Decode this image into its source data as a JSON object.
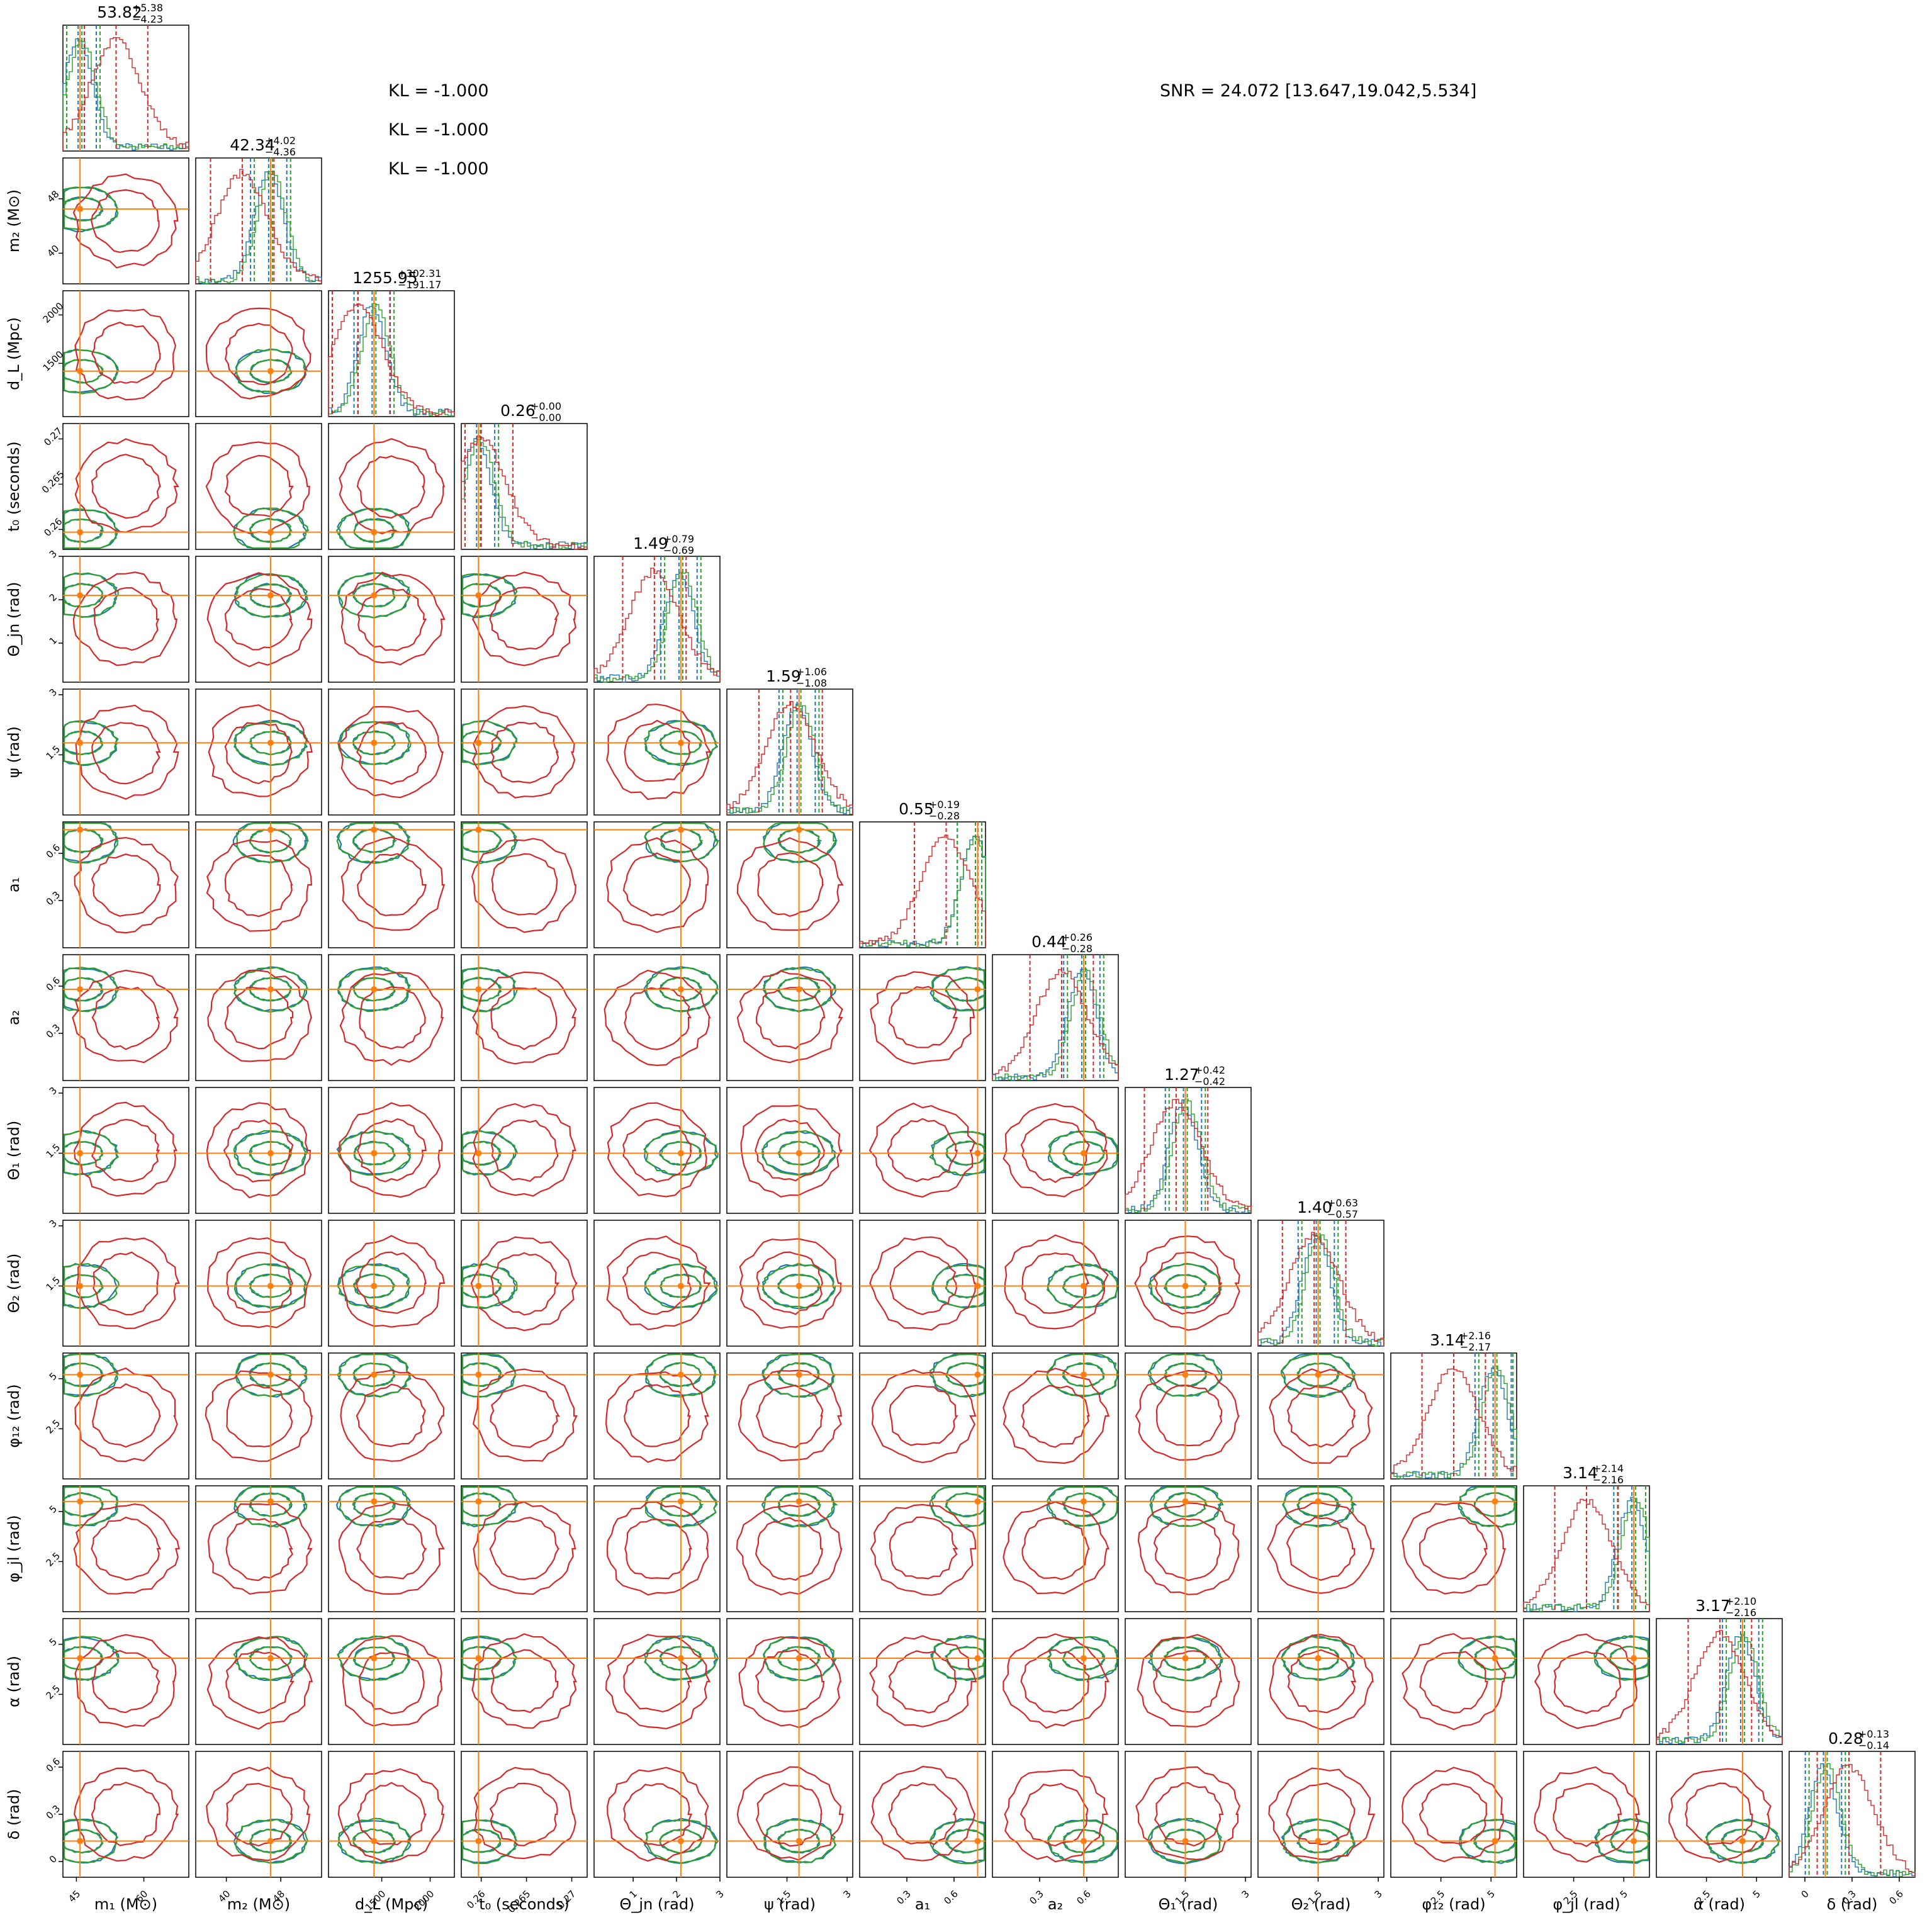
{
  "chart_data": {
    "type": "corner",
    "parameters": [
      {
        "label": "m_1 (M_⊙)",
        "axis_title": "m₁ (M⊙)",
        "row_title": "",
        "ticks": [
          45,
          60
        ],
        "range": [
          42,
          70
        ],
        "median": 53.82,
        "title": "53.82",
        "plus": "+5.38",
        "minus": "−4.23",
        "injection": 45.8
      },
      {
        "label": "m_2 (M_⊙)",
        "axis_title": "m₂ (M⊙)",
        "row_title": "m₂ (M⊙)",
        "ticks": [
          40,
          48
        ],
        "range": [
          35.5,
          54
        ],
        "median": 42.34,
        "title": "42.34",
        "plus": "+4.02",
        "minus": "−4.36",
        "injection": 46.5
      },
      {
        "label": "d_L (Mpc)",
        "axis_title": "d_L (Mpc)",
        "row_title": "d_L (Mpc)",
        "ticks": [
          1500,
          2000
        ],
        "range": [
          950,
          2250
        ],
        "median": 1255.95,
        "title": "1255.95",
        "plus": "+302.31",
        "minus": "−191.17",
        "injection": 1420
      },
      {
        "label": "t_0 (seconds)",
        "axis_title": "t₀ (seconds)",
        "row_title": "t₀ (seconds)",
        "ticks": [
          0.26,
          0.265,
          0.27
        ],
        "tick_labels": [
          "0.260",
          "0.265",
          "0.270"
        ],
        "range": [
          0.2578,
          0.2717
        ],
        "median": 0.26,
        "title": "0.26",
        "plus": "+0.00",
        "minus": "−0.00",
        "injection": 0.2597
      },
      {
        "label": "Θ_jn (rad)",
        "axis_title": "Θ_jn (rad)",
        "row_title": "Θ_jn (rad)",
        "ticks": [
          1,
          2,
          3
        ],
        "range": [
          0.1,
          3.0
        ],
        "median": 1.49,
        "title": "1.49",
        "plus": "+0.79",
        "minus": "−0.69",
        "injection": 2.1
      },
      {
        "label": "ψ (rad)",
        "axis_title": "ψ (rad)",
        "row_title": "ψ (rad)",
        "ticks": [
          1.5,
          3.0
        ],
        "range": [
          0.0,
          3.14
        ],
        "median": 1.59,
        "title": "1.59",
        "plus": "+1.06",
        "minus": "−1.08",
        "injection": 1.8
      },
      {
        "label": "a_1",
        "axis_title": "a₁",
        "row_title": "a₁",
        "ticks": [
          0.3,
          0.6
        ],
        "range": [
          0.0,
          0.8
        ],
        "median": 0.55,
        "title": "0.55",
        "plus": "+0.19",
        "minus": "−0.28",
        "injection": 0.75
      },
      {
        "label": "a_2",
        "axis_title": "a₂",
        "row_title": "a₂",
        "ticks": [
          0.3,
          0.6
        ],
        "range": [
          0.0,
          0.8
        ],
        "median": 0.44,
        "title": "0.44",
        "plus": "+0.26",
        "minus": "−0.28",
        "injection": 0.58
      },
      {
        "label": "Θ_1 (rad)",
        "axis_title": "Θ₁ (rad)",
        "row_title": "Θ₁ (rad)",
        "ticks": [
          1.5,
          3.0
        ],
        "range": [
          0.0,
          3.14
        ],
        "median": 1.27,
        "title": "1.27",
        "plus": "+0.42",
        "minus": "−0.42",
        "injection": 1.5
      },
      {
        "label": "Θ_2 (rad)",
        "axis_title": "Θ₂ (rad)",
        "row_title": "Θ₂ (rad)",
        "ticks": [
          1.5,
          3.0
        ],
        "range": [
          0.0,
          3.14
        ],
        "median": 1.4,
        "title": "1.40",
        "plus": "+0.63",
        "minus": "−0.57",
        "injection": 1.5
      },
      {
        "label": "φ_12 (rad)",
        "axis_title": "φ₁₂ (rad)",
        "row_title": "φ₁₂ (rad)",
        "ticks": [
          2.5,
          5.0
        ],
        "range": [
          0.0,
          6.28
        ],
        "median": 3.14,
        "title": "3.14",
        "plus": "+2.16",
        "minus": "−2.17",
        "injection": 5.2
      },
      {
        "label": "φ_jl (rad)",
        "axis_title": "φ_jl (rad)",
        "row_title": "φ_jl (rad)",
        "ticks": [
          2.5,
          5.0
        ],
        "range": [
          0.0,
          6.28
        ],
        "median": 3.14,
        "title": "3.14",
        "plus": "+2.14",
        "minus": "−2.16",
        "injection": 5.5
      },
      {
        "label": "α (rad)",
        "axis_title": "α (rad)",
        "row_title": "α (rad)",
        "ticks": [
          2.5,
          5.0
        ],
        "range": [
          0.0,
          6.28
        ],
        "median": 3.17,
        "title": "3.17",
        "plus": "+2.10",
        "minus": "−2.16",
        "injection": 4.3
      },
      {
        "label": "δ (rad)",
        "axis_title": "δ (rad)",
        "row_title": "δ (rad)",
        "ticks": [
          0.0,
          0.3,
          0.6
        ],
        "range": [
          -0.1,
          0.7
        ],
        "median": 0.28,
        "title": "0.28",
        "plus": "+0.13",
        "minus": "−0.14",
        "injection": 0.13
      }
    ],
    "series": [
      {
        "color": "#1f77b4"
      },
      {
        "color": "#2ca02c"
      },
      {
        "color": "#d62728"
      }
    ],
    "truth_color": "#ff7f0e",
    "annotations": {
      "kl": [
        "KL = -1.000",
        "KL = -1.000",
        "KL = -1.000"
      ],
      "snr": "SNR = 24.072 [13.647,19.042,5.534]"
    }
  }
}
